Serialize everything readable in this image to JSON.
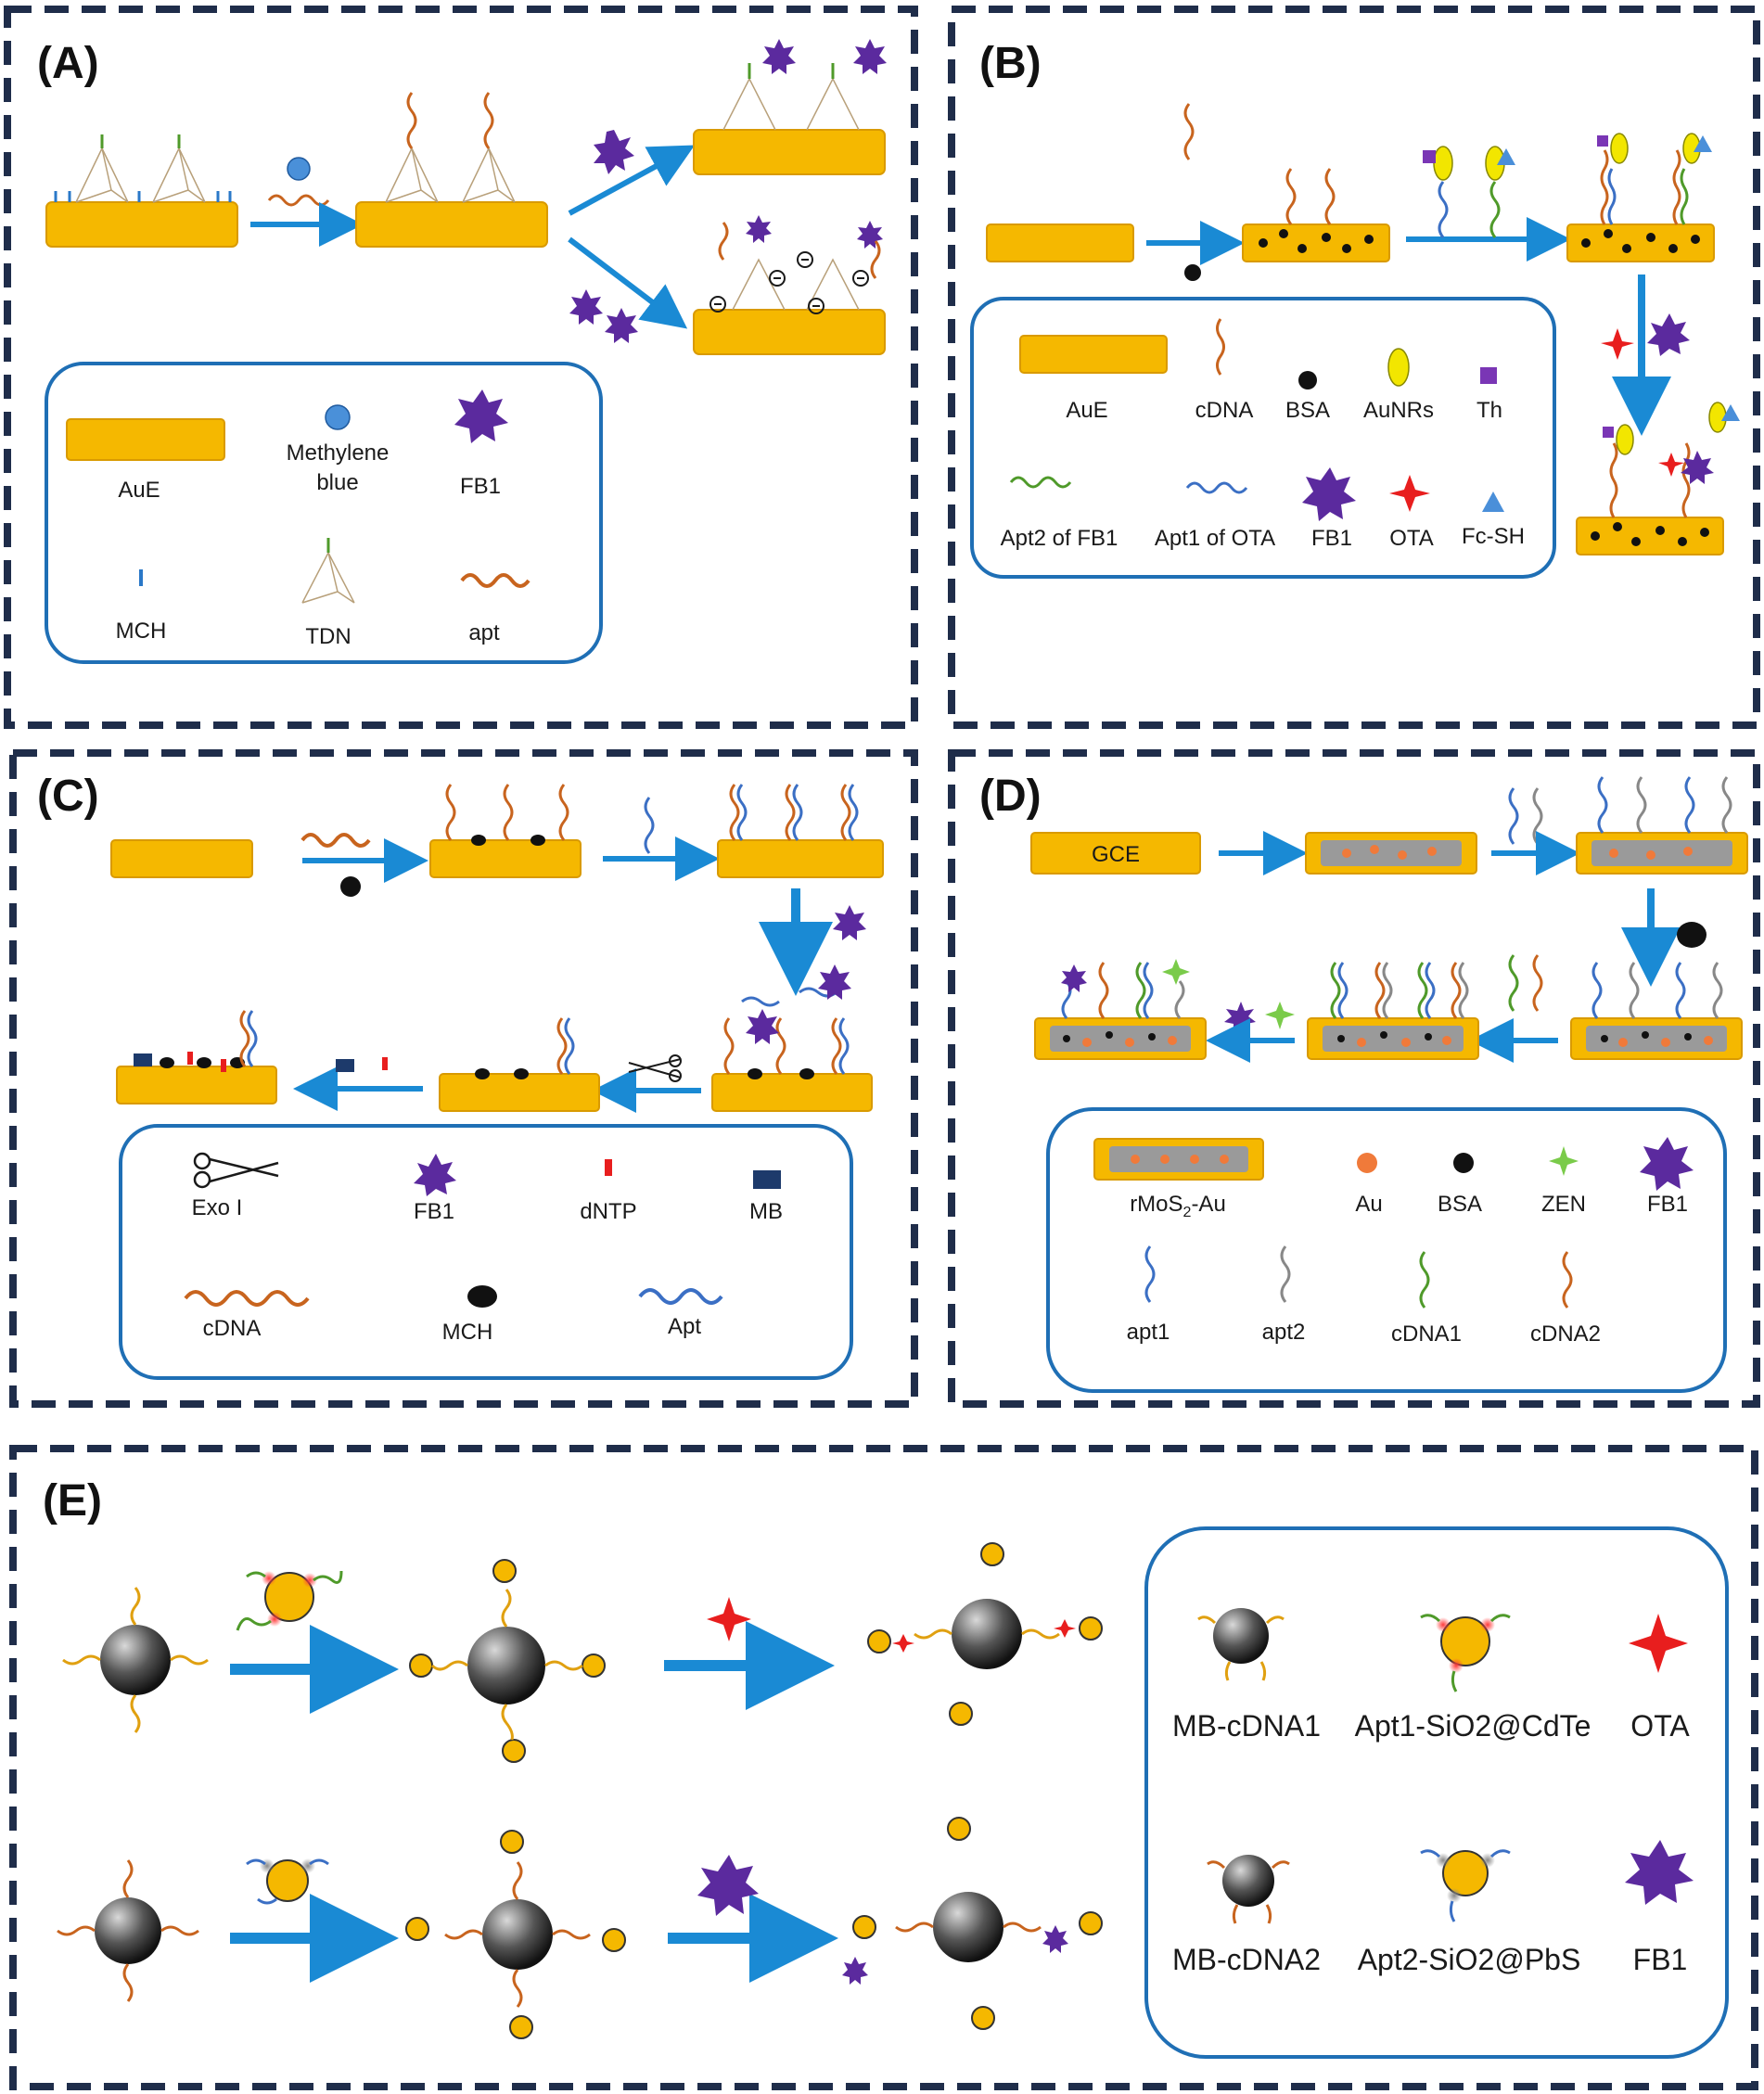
{
  "colors": {
    "frame": "#1f2d4a",
    "legend_border": "#1f6fb5",
    "electrode": "#f5b800",
    "electrode_edge": "#d99a00",
    "arrow": "#1a8ad4",
    "fb1": "#5b2a9e",
    "ota": "#e81e1e",
    "zen": "#7acb4a",
    "cdna_orange": "#c8641e",
    "apt_blue": "#3b6fc4",
    "apt_green": "#4f9a2a",
    "mch": "#2a78c8",
    "bsa": "#111111",
    "mb": "#1d3a6b",
    "au": "#f07a3a",
    "mos2": "#9a9a9a",
    "methylene": "#4a90d9",
    "aunrs": "#f2e600",
    "th": "#7a36b5",
    "fcsh": "#4a8fd9",
    "sphere": "#3a3a3a",
    "gold_np": "#f5b800",
    "dntp": "#e81e1e"
  },
  "panels": {
    "A": {
      "letter": "(A)",
      "legend": {
        "aue": "AuE",
        "methylene_1": "Methylene",
        "methylene_2": "blue",
        "fb1": "FB1",
        "mch": "MCH",
        "tdn": "TDN",
        "apt": "apt"
      }
    },
    "B": {
      "letter": "(B)",
      "legend": {
        "aue": "AuE",
        "cdna": "cDNA",
        "bsa": "BSA",
        "aunrs": "AuNRs",
        "th": "Th",
        "apt2": "Apt2 of FB1",
        "apt1": "Apt1 of OTA",
        "fb1": "FB1",
        "ota": "OTA",
        "fcsh": "Fc-SH"
      }
    },
    "C": {
      "letter": "(C)",
      "legend": {
        "exo": "Exo I",
        "fb1": "FB1",
        "dntp": "dNTP",
        "mb": "MB",
        "cdna": "cDNA",
        "mch": "MCH",
        "apt": "Apt"
      }
    },
    "D": {
      "letter": "(D)",
      "gce": "GCE",
      "legend": {
        "rmos2_prefix": "rMoS",
        "rmos2_sub": "2",
        "rmos2_suffix": "-Au",
        "au": "Au",
        "bsa": "BSA",
        "zen": "ZEN",
        "fb1": "FB1",
        "apt1": "apt1",
        "apt2": "apt2",
        "cdna1": "cDNA1",
        "cdna2": "cDNA2"
      }
    },
    "E": {
      "letter": "(E)",
      "legend": {
        "mb_cdna1": "MB-cDNA1",
        "apt1_sio2": "Apt1-SiO2@CdTe",
        "ota": "OTA",
        "mb_cdna2": "MB-cDNA2",
        "apt2_sio2": "Apt2-SiO2@PbS",
        "fb1": "FB1"
      }
    }
  }
}
